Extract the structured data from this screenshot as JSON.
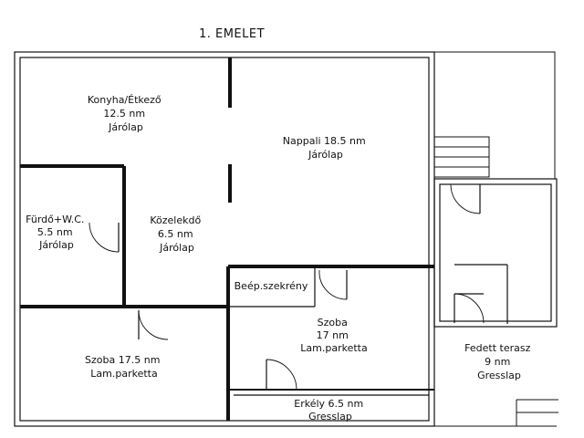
{
  "title": "1. EMELET",
  "rooms": [
    {
      "id": "konyha",
      "lines": [
        "Konyha/Étkező",
        "12.5 nm",
        "Járólap"
      ]
    },
    {
      "id": "nappali",
      "lines": [
        "Nappali 18.5 nm",
        "Járólap"
      ]
    },
    {
      "id": "furdo",
      "lines": [
        "Fürdő+W.C.",
        "5.5 nm",
        "Járólap"
      ]
    },
    {
      "id": "kozlekedo",
      "lines": [
        "Közelekdő",
        "6.5 nm",
        "Járólap"
      ]
    },
    {
      "id": "beep",
      "lines": [
        "Beép.szekrény"
      ]
    },
    {
      "id": "szoba-bal",
      "lines": [
        "Szoba 17.5 nm",
        "Lam.parketta"
      ]
    },
    {
      "id": "szoba-jobb",
      "lines": [
        "Szoba",
        "17 nm",
        "Lam.parketta"
      ]
    },
    {
      "id": "fedett-terasz",
      "lines": [
        "Fedett terasz",
        "9 nm",
        "Gresslap"
      ]
    },
    {
      "id": "erkely",
      "lines": [
        "Erkély 6.5 nm",
        "Gresslap"
      ]
    }
  ]
}
